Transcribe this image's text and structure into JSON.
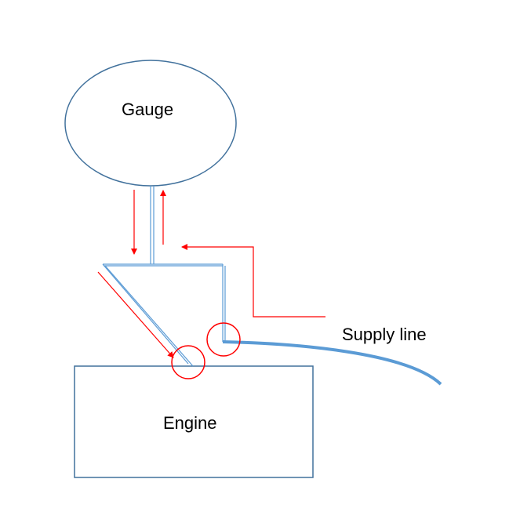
{
  "labels": {
    "gauge": "Gauge",
    "engine": "Engine",
    "supply_line": "Supply line"
  },
  "colors": {
    "outline": "#41719c",
    "pipe": "#5b9bd5",
    "supply_line": "#5b9bd5",
    "flow_arrow": "#ff0000",
    "highlight_circle": "#ff0000",
    "text": "#000000"
  },
  "icons": {
    "flow_arrow": "arrow-icon",
    "highlight": "circle-highlight-icon"
  }
}
